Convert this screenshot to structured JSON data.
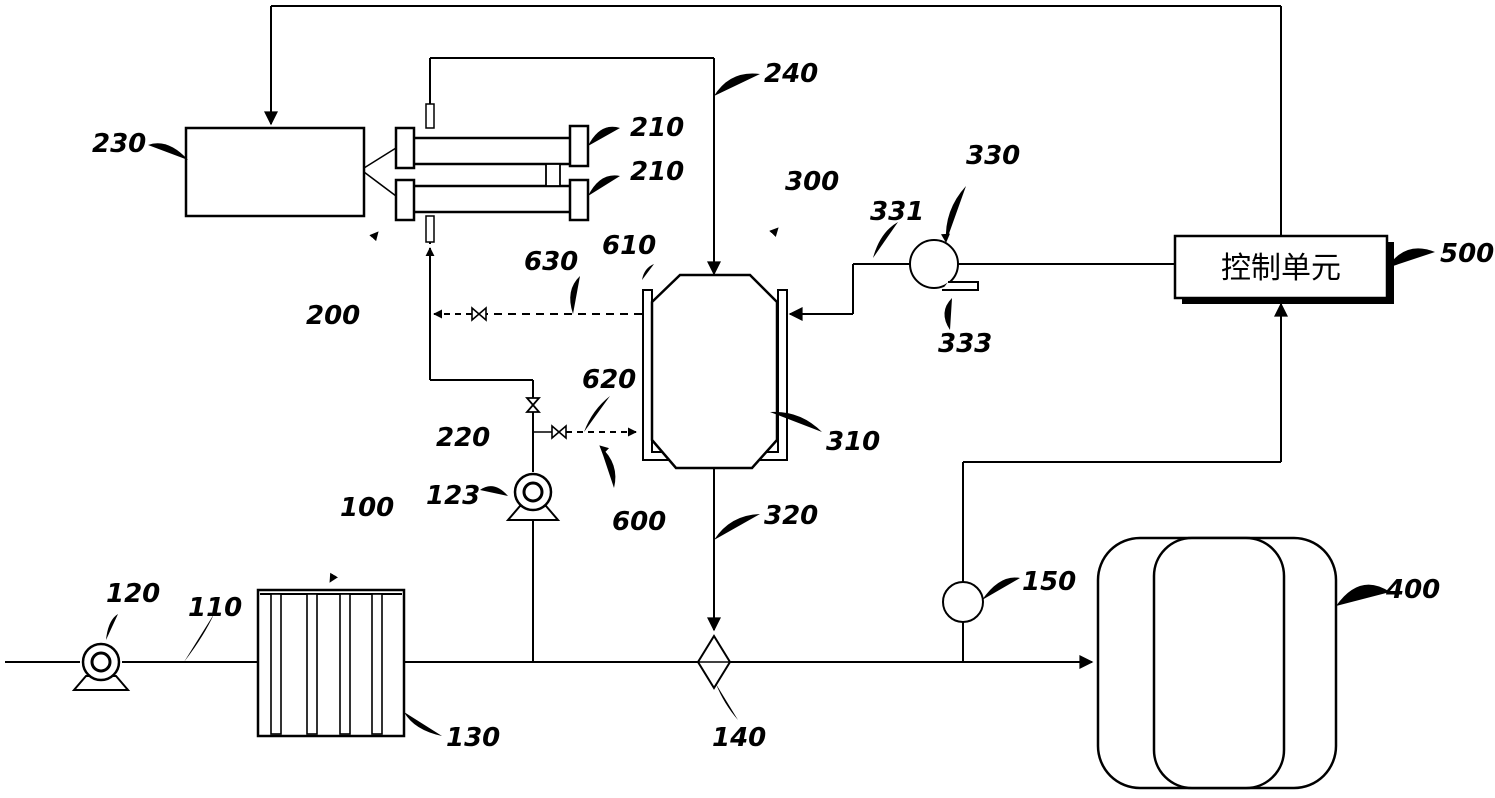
{
  "labels": {
    "l100": "100",
    "l110": "110",
    "l120": "120",
    "l123": "123",
    "l130": "130",
    "l140": "140",
    "l150": "150",
    "l200": "200",
    "l210a": "210",
    "l210b": "210",
    "l220": "220",
    "l230": "230",
    "l240": "240",
    "l300": "300",
    "l310": "310",
    "l320": "320",
    "l330": "330",
    "l331": "331",
    "l333": "333",
    "l400": "400",
    "l500": "500",
    "l600": "600",
    "l610": "610",
    "l620": "620",
    "l630": "630"
  },
  "control_unit": {
    "text": "控制单元"
  }
}
